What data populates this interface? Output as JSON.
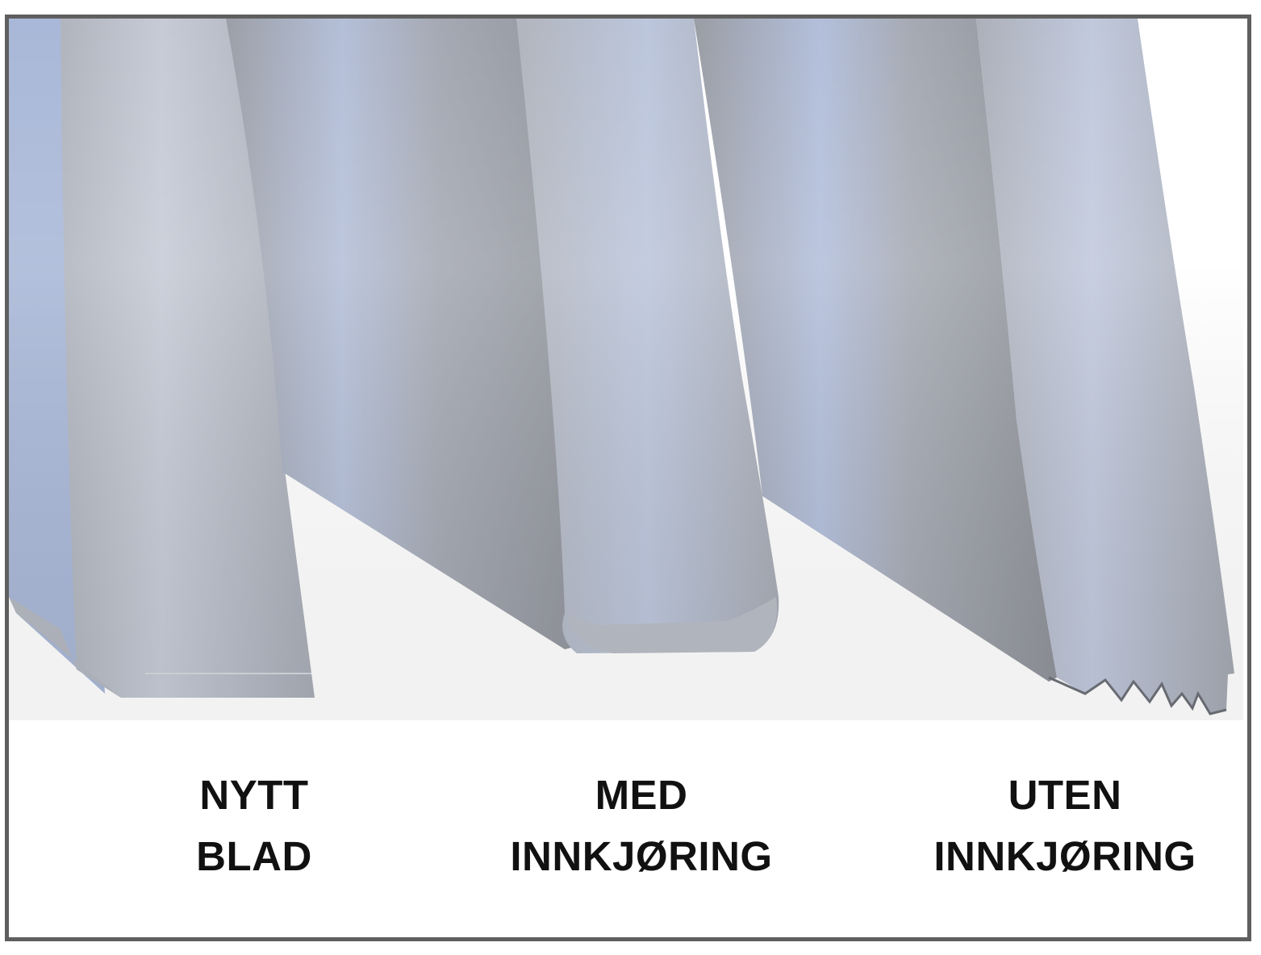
{
  "labels": {
    "new_blade": {
      "line1": "NYTT",
      "line2": "BLAD"
    },
    "with_run_in": {
      "line1": "MED",
      "line2": "INNKJØRING"
    },
    "without_run_in": {
      "line1": "UTEN",
      "line2": "INNKJØRING"
    }
  },
  "colors": {
    "frame": "#5f5f5f",
    "steel_light": "#b7c3dd",
    "steel_mid": "#a3a7b2",
    "steel_dark": "#8f9299",
    "text": "#111111"
  }
}
